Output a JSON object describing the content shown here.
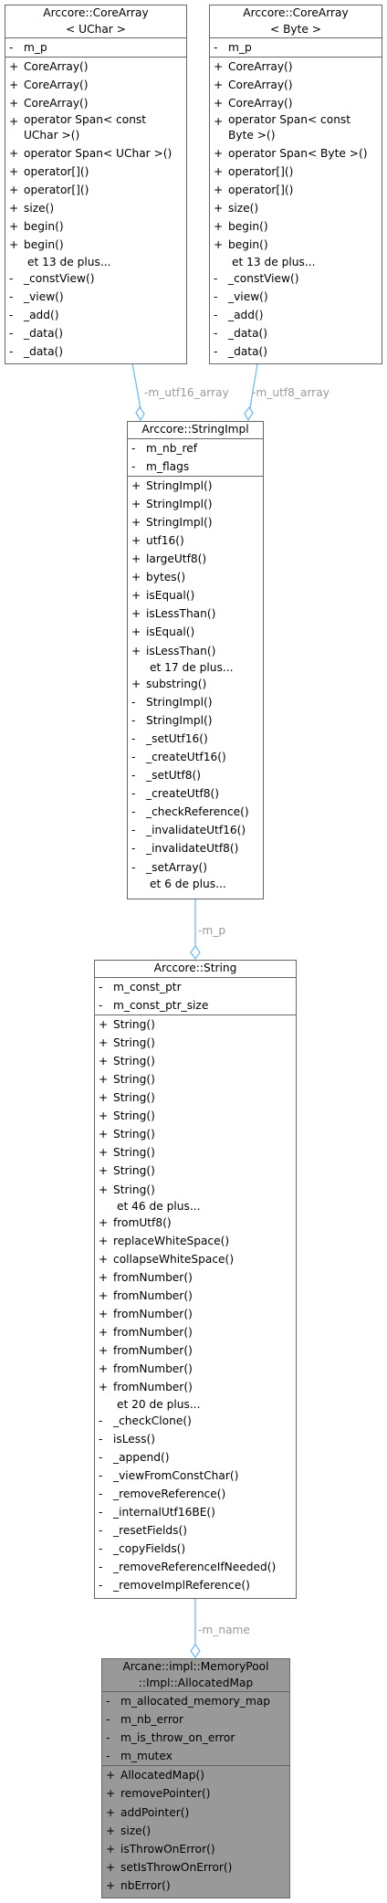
{
  "classes": {
    "core_uchar": {
      "title": [
        "Arccore::CoreArray",
        "< UChar >"
      ],
      "attributes": [
        {
          "vis": "-",
          "name": "m_p"
        }
      ],
      "methods": [
        {
          "vis": "+",
          "name": "CoreArray()"
        },
        {
          "vis": "+",
          "name": "CoreArray()"
        },
        {
          "vis": "+",
          "name": "CoreArray()"
        },
        {
          "vis": "+",
          "name": "operator Span< const\nUChar >()"
        },
        {
          "vis": "+",
          "name": "operator Span< UChar >()"
        },
        {
          "vis": "+",
          "name": "operator[]()"
        },
        {
          "vis": "+",
          "name": "operator[]()"
        },
        {
          "vis": "+",
          "name": "size()"
        },
        {
          "vis": "+",
          "name": "begin()"
        },
        {
          "vis": "+",
          "name": "begin()"
        },
        {
          "vis": "",
          "name": "et 13 de plus..."
        },
        {
          "vis": "-",
          "name": "_constView()"
        },
        {
          "vis": "-",
          "name": "_view()"
        },
        {
          "vis": "-",
          "name": "_add()"
        },
        {
          "vis": "-",
          "name": "_data()"
        },
        {
          "vis": "-",
          "name": "_data()"
        }
      ]
    },
    "core_byte": {
      "title": [
        "Arccore::CoreArray",
        "< Byte >"
      ],
      "attributes": [
        {
          "vis": "-",
          "name": "m_p"
        }
      ],
      "methods": [
        {
          "vis": "+",
          "name": "CoreArray()"
        },
        {
          "vis": "+",
          "name": "CoreArray()"
        },
        {
          "vis": "+",
          "name": "CoreArray()"
        },
        {
          "vis": "+",
          "name": "operator Span< const\nByte >()"
        },
        {
          "vis": "+",
          "name": "operator Span< Byte >()"
        },
        {
          "vis": "+",
          "name": "operator[]()"
        },
        {
          "vis": "+",
          "name": "operator[]()"
        },
        {
          "vis": "+",
          "name": "size()"
        },
        {
          "vis": "+",
          "name": "begin()"
        },
        {
          "vis": "+",
          "name": "begin()"
        },
        {
          "vis": "",
          "name": "et 13 de plus..."
        },
        {
          "vis": "-",
          "name": "_constView()"
        },
        {
          "vis": "-",
          "name": "_view()"
        },
        {
          "vis": "-",
          "name": "_add()"
        },
        {
          "vis": "-",
          "name": "_data()"
        },
        {
          "vis": "-",
          "name": "_data()"
        }
      ]
    },
    "string_impl": {
      "title": [
        "Arccore::StringImpl"
      ],
      "attributes": [
        {
          "vis": "-",
          "name": "m_nb_ref"
        },
        {
          "vis": "-",
          "name": "m_flags"
        }
      ],
      "methods": [
        {
          "vis": "+",
          "name": "StringImpl()"
        },
        {
          "vis": "+",
          "name": "StringImpl()"
        },
        {
          "vis": "+",
          "name": "StringImpl()"
        },
        {
          "vis": "+",
          "name": "utf16()"
        },
        {
          "vis": "+",
          "name": "largeUtf8()"
        },
        {
          "vis": "+",
          "name": "bytes()"
        },
        {
          "vis": "+",
          "name": "isEqual()"
        },
        {
          "vis": "+",
          "name": "isLessThan()"
        },
        {
          "vis": "+",
          "name": "isEqual()"
        },
        {
          "vis": "+",
          "name": "isLessThan()"
        },
        {
          "vis": "",
          "name": "et 17 de plus..."
        },
        {
          "vis": "+",
          "name": "substring()"
        },
        {
          "vis": "-",
          "name": "StringImpl()"
        },
        {
          "vis": "-",
          "name": "StringImpl()"
        },
        {
          "vis": "-",
          "name": "_setUtf16()"
        },
        {
          "vis": "-",
          "name": "_createUtf16()"
        },
        {
          "vis": "-",
          "name": "_setUtf8()"
        },
        {
          "vis": "-",
          "name": "_createUtf8()"
        },
        {
          "vis": "-",
          "name": "_checkReference()"
        },
        {
          "vis": "-",
          "name": "_invalidateUtf16()"
        },
        {
          "vis": "-",
          "name": "_invalidateUtf8()"
        },
        {
          "vis": "-",
          "name": "_setArray()"
        },
        {
          "vis": "",
          "name": "et 6 de plus..."
        }
      ]
    },
    "string": {
      "title": [
        "Arccore::String"
      ],
      "attributes": [
        {
          "vis": "-",
          "name": "m_const_ptr"
        },
        {
          "vis": "-",
          "name": "m_const_ptr_size"
        }
      ],
      "methods": [
        {
          "vis": "+",
          "name": "String()"
        },
        {
          "vis": "+",
          "name": "String()"
        },
        {
          "vis": "+",
          "name": "String()"
        },
        {
          "vis": "+",
          "name": "String()"
        },
        {
          "vis": "+",
          "name": "String()"
        },
        {
          "vis": "+",
          "name": "String()"
        },
        {
          "vis": "+",
          "name": "String()"
        },
        {
          "vis": "+",
          "name": "String()"
        },
        {
          "vis": "+",
          "name": "String()"
        },
        {
          "vis": "+",
          "name": "String()"
        },
        {
          "vis": "",
          "name": "et 46 de plus..."
        },
        {
          "vis": "+",
          "name": "fromUtf8()"
        },
        {
          "vis": "+",
          "name": "replaceWhiteSpace()"
        },
        {
          "vis": "+",
          "name": "collapseWhiteSpace()"
        },
        {
          "vis": "+",
          "name": "fromNumber()"
        },
        {
          "vis": "+",
          "name": "fromNumber()"
        },
        {
          "vis": "+",
          "name": "fromNumber()"
        },
        {
          "vis": "+",
          "name": "fromNumber()"
        },
        {
          "vis": "+",
          "name": "fromNumber()"
        },
        {
          "vis": "+",
          "name": "fromNumber()"
        },
        {
          "vis": "+",
          "name": "fromNumber()"
        },
        {
          "vis": "",
          "name": "et 20 de plus..."
        },
        {
          "vis": "-",
          "name": "_checkClone()"
        },
        {
          "vis": "-",
          "name": "isLess()"
        },
        {
          "vis": "-",
          "name": "_append()"
        },
        {
          "vis": "-",
          "name": "_viewFromConstChar()"
        },
        {
          "vis": "-",
          "name": "_removeReference()"
        },
        {
          "vis": "-",
          "name": "_internalUtf16BE()"
        },
        {
          "vis": "-",
          "name": "_resetFields()"
        },
        {
          "vis": "-",
          "name": "_copyFields()"
        },
        {
          "vis": "-",
          "name": "_removeReferenceIfNeeded()"
        },
        {
          "vis": "-",
          "name": "_removeImplReference()"
        }
      ]
    },
    "allocated_map": {
      "title": [
        "Arcane::impl::MemoryPool",
        "::Impl::AllocatedMap"
      ],
      "attributes": [
        {
          "vis": "-",
          "name": "m_allocated_memory_map"
        },
        {
          "vis": "-",
          "name": "m_nb_error"
        },
        {
          "vis": "-",
          "name": "m_is_throw_on_error"
        },
        {
          "vis": "-",
          "name": "m_mutex"
        }
      ],
      "methods": [
        {
          "vis": "+",
          "name": "AllocatedMap()"
        },
        {
          "vis": "+",
          "name": "removePointer()"
        },
        {
          "vis": "+",
          "name": "addPointer()"
        },
        {
          "vis": "+",
          "name": "size()"
        },
        {
          "vis": "+",
          "name": "isThrowOnError()"
        },
        {
          "vis": "+",
          "name": "setIsThrowOnError()"
        },
        {
          "vis": "+",
          "name": "nbError()"
        }
      ]
    }
  },
  "edges": {
    "utf16_label": "-m_utf16_array",
    "utf8_label": "-m_utf8_array",
    "p_label": "-m_p",
    "name_label": "-m_name"
  },
  "colors": {
    "edge": "#63b8ff",
    "border": "#666666",
    "focus_fill": "#999999",
    "label": "#9a9a9a"
  }
}
